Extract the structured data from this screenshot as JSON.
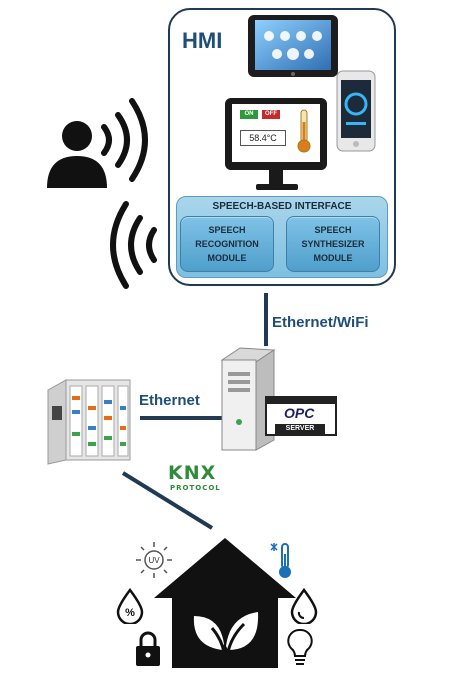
{
  "hmi": {
    "title": "HMI",
    "monitor": {
      "on_label": "ON",
      "off_label": "OFF",
      "temperature": "58.4°C"
    }
  },
  "speech_interface": {
    "title": "SPEECH-BASED INTERFACE",
    "recognition_module": {
      "line1": "SPEECH",
      "line2": "RECOGNITION",
      "line3": "MODULE"
    },
    "synthesizer_module": {
      "line1": "SPEECH",
      "line2": "SYNTHESIZER",
      "line3": "MODULE"
    }
  },
  "links": {
    "hmi_to_server": "Ethernet/WiFi",
    "plc_to_server": "Ethernet"
  },
  "server": {
    "opc_label": "OPC",
    "server_label": "SERVER"
  },
  "knx": {
    "logo": "KNX",
    "subtitle": "PROTOCOL"
  },
  "house_sensors": {
    "uv_label": "UV",
    "humidity_label": "%"
  },
  "icons": [
    "user-icon",
    "sound-waves-icon",
    "tablet-icon",
    "smartphone-icon",
    "monitor-icon",
    "thermometer-icon",
    "server-icon",
    "plc-icon",
    "house-icon",
    "leaf-icon",
    "uv-sun-icon",
    "cold-thermometer-icon",
    "humidity-drop-icon",
    "water-drop-icon",
    "lock-icon",
    "light-bulb-icon"
  ],
  "colors": {
    "accent": "#1f4e79",
    "panel_border": "#1f3a52",
    "speech_box": "#7fc0e0",
    "knx_green": "#2e8b3a",
    "line": "#1f3a52"
  }
}
